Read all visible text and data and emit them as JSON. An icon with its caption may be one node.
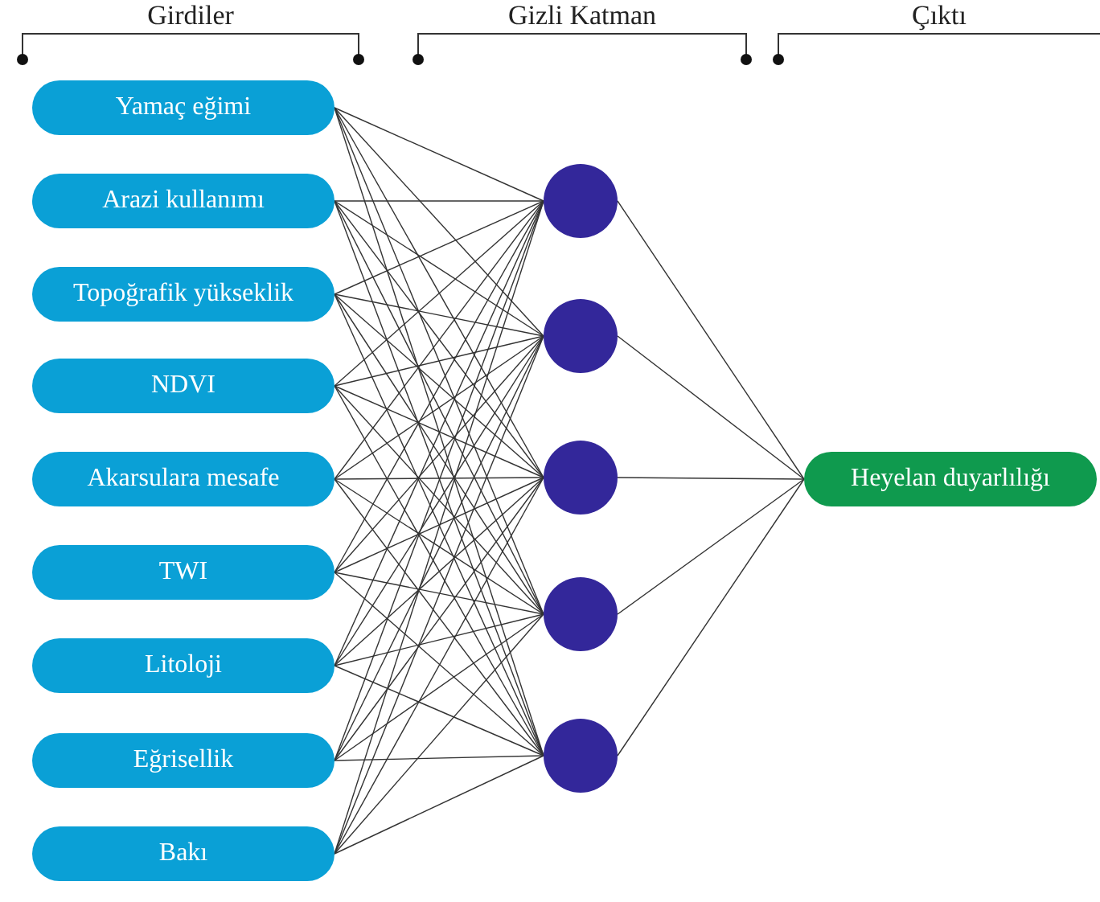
{
  "diagram": {
    "nodes": [
      {
        "text": [
          "Yamaç eğimi"
        ]
      },
      {
        "text": [
          "Arazi kullanımı"
        ]
      },
      {
        "text": [
          "Topoğrafik yükseklik"
        ]
      },
      {
        "text": [
          "NDVI"
        ]
      },
      {
        "text": [
          "Akarsulara mesafe"
        ]
      },
      {
        "text": [
          "TWI"
        ]
      },
      {
        "text": [
          "Litoloji"
        ]
      },
      {
        "text": [
          "Eğrisellik"
        ]
      },
      {
        "text": [
          "Bakı"
        ]
      },
      {
        "text": [],
        "shape": "circle"
      },
      {
        "text": [],
        "shape": "circle"
      },
      {
        "text": [],
        "shape": "circle"
      },
      {
        "text": [],
        "shape": "circle"
      },
      {
        "text": [],
        "shape": "circle"
      },
      {
        "text": [
          "Heyelan duyarlılığı"
        ]
      }
    ],
    "edges": [
      {
        "from": 0,
        "to": 9,
        "arrow": "none"
      },
      {
        "from": 0,
        "to": 10,
        "arrow": "none"
      },
      {
        "from": 0,
        "to": 11,
        "arrow": "none"
      },
      {
        "from": 0,
        "to": 12,
        "arrow": "none"
      },
      {
        "from": 0,
        "to": 13,
        "arrow": "none"
      },
      {
        "from": 1,
        "to": 9,
        "arrow": "none"
      },
      {
        "from": 1,
        "to": 10,
        "arrow": "none"
      },
      {
        "from": 1,
        "to": 11,
        "arrow": "none"
      },
      {
        "from": 1,
        "to": 12,
        "arrow": "none"
      },
      {
        "from": 1,
        "to": 13,
        "arrow": "none"
      },
      {
        "from": 2,
        "to": 9,
        "arrow": "none"
      },
      {
        "from": 2,
        "to": 10,
        "arrow": "none"
      },
      {
        "from": 2,
        "to": 11,
        "arrow": "none"
      },
      {
        "from": 2,
        "to": 12,
        "arrow": "none"
      },
      {
        "from": 2,
        "to": 13,
        "arrow": "none"
      },
      {
        "from": 3,
        "to": 9,
        "arrow": "none"
      },
      {
        "from": 3,
        "to": 10,
        "arrow": "none"
      },
      {
        "from": 3,
        "to": 11,
        "arrow": "none"
      },
      {
        "from": 3,
        "to": 12,
        "arrow": "none"
      },
      {
        "from": 3,
        "to": 13,
        "arrow": "none"
      },
      {
        "from": 4,
        "to": 9,
        "arrow": "none"
      },
      {
        "from": 4,
        "to": 10,
        "arrow": "none"
      },
      {
        "from": 4,
        "to": 11,
        "arrow": "none"
      },
      {
        "from": 4,
        "to": 12,
        "arrow": "none"
      },
      {
        "from": 4,
        "to": 13,
        "arrow": "none"
      },
      {
        "from": 5,
        "to": 9,
        "arrow": "none"
      },
      {
        "from": 5,
        "to": 10,
        "arrow": "none"
      },
      {
        "from": 5,
        "to": 11,
        "arrow": "none"
      },
      {
        "from": 5,
        "to": 12,
        "arrow": "none"
      },
      {
        "from": 5,
        "to": 13,
        "arrow": "none"
      },
      {
        "from": 6,
        "to": 9,
        "arrow": "none"
      },
      {
        "from": 6,
        "to": 10,
        "arrow": "none"
      },
      {
        "from": 6,
        "to": 11,
        "arrow": "none"
      },
      {
        "from": 6,
        "to": 12,
        "arrow": "none"
      },
      {
        "from": 6,
        "to": 13,
        "arrow": "none"
      },
      {
        "from": 7,
        "to": 9,
        "arrow": "none"
      },
      {
        "from": 7,
        "to": 10,
        "arrow": "none"
      },
      {
        "from": 7,
        "to": 11,
        "arrow": "none"
      },
      {
        "from": 7,
        "to": 12,
        "arrow": "none"
      },
      {
        "from": 7,
        "to": 13,
        "arrow": "none"
      },
      {
        "from": 8,
        "to": 9,
        "arrow": "none"
      },
      {
        "from": 8,
        "to": 10,
        "arrow": "none"
      },
      {
        "from": 8,
        "to": 11,
        "arrow": "none"
      },
      {
        "from": 8,
        "to": 12,
        "arrow": "none"
      },
      {
        "from": 8,
        "to": 13,
        "arrow": "none"
      },
      {
        "from": 9,
        "to": 14,
        "arrow": "none"
      },
      {
        "from": 10,
        "to": 14,
        "arrow": "none"
      },
      {
        "from": 11,
        "to": 14,
        "arrow": "none"
      },
      {
        "from": 12,
        "to": 14,
        "arrow": "none"
      },
      {
        "from": 13,
        "to": 14,
        "arrow": "none"
      }
    ],
    "labels": [
      "Girdiler",
      "Gizli Katman",
      "Çıktı"
    ]
  }
}
